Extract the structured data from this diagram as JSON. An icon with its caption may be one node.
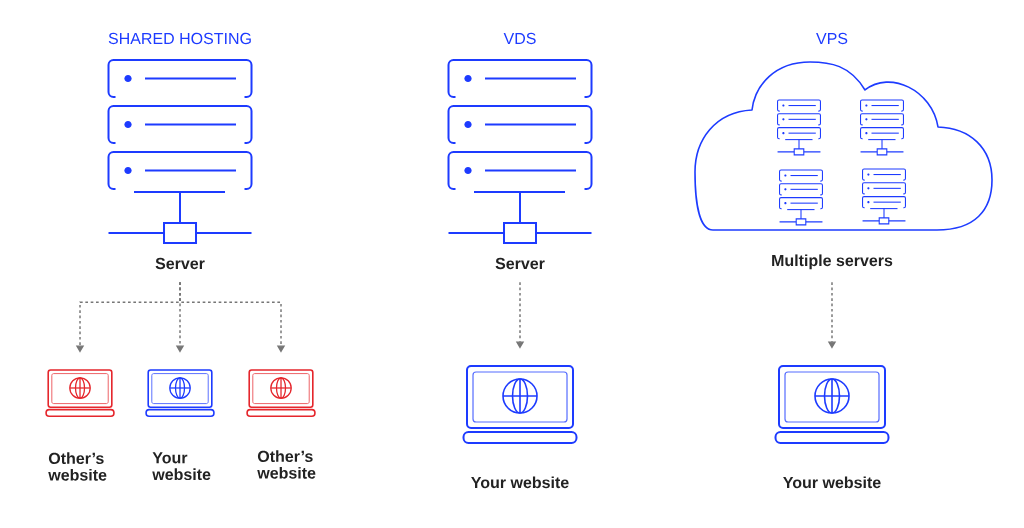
{
  "diagram": {
    "nodes": [
      {
        "text": [],
        "shape": "picture",
        "beside": [
          "Server"
        ]
      },
      {
        "text": [],
        "shape": "picture",
        "beside": [
          "Other’s website"
        ]
      },
      {
        "text": [],
        "shape": "picture",
        "beside": [
          "Your website"
        ]
      },
      {
        "text": [],
        "shape": "picture",
        "beside": [
          "Other’s website"
        ]
      },
      {
        "text": [],
        "shape": "picture",
        "beside": [
          "Server"
        ]
      },
      {
        "text": [],
        "shape": "picture",
        "beside": [
          "Your website"
        ]
      },
      {
        "text": [],
        "shape": "cloud",
        "beside": [
          "Multiple servers"
        ]
      },
      {
        "text": [],
        "shape": "picture",
        "in": 6
      },
      {
        "text": [],
        "shape": "picture",
        "in": 6
      },
      {
        "text": [],
        "shape": "picture",
        "in": 6
      },
      {
        "text": [],
        "shape": "picture",
        "in": 6
      },
      {
        "text": [],
        "shape": "picture",
        "beside": [
          "Your website"
        ]
      }
    ],
    "edges": [
      {
        "from": 0,
        "to": 1,
        "arrow": "to",
        "style": "dashed"
      },
      {
        "from": 0,
        "to": 2,
        "arrow": "to",
        "style": "dashed"
      },
      {
        "from": 0,
        "to": 3,
        "arrow": "to",
        "style": "dashed"
      },
      {
        "from": 4,
        "to": 5,
        "arrow": "to",
        "style": "dashed"
      },
      {
        "from": 6,
        "to": 11,
        "arrow": "to",
        "style": "dashed"
      }
    ],
    "labels": [
      "SHARED HOSTING",
      "VDS",
      "VPS"
    ]
  }
}
